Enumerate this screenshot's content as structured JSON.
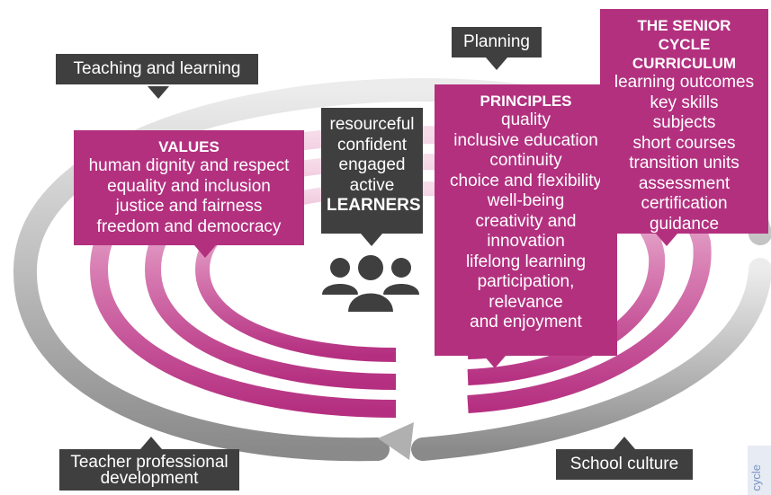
{
  "labels": {
    "teaching": "Teaching and learning",
    "planning": "Planning",
    "teacher_pd_line1": "Teacher professional",
    "teacher_pd_line2": "development",
    "school_culture": "School culture"
  },
  "values": {
    "title": "VALUES",
    "items": [
      "human dignity and respect",
      "equality and inclusion",
      "justice and fairness",
      "freedom and democracy"
    ]
  },
  "learners": {
    "items": [
      "resourceful",
      "confident",
      "engaged",
      "active"
    ],
    "title": "LEARNERS"
  },
  "principles": {
    "title": "PRINCIPLES",
    "items": [
      "quality",
      "inclusive education",
      "continuity",
      "choice and flexibility",
      "well-being",
      "creativity and",
      "innovation",
      "lifelong learning",
      "participation,",
      "relevance",
      "and enjoyment"
    ]
  },
  "curriculum": {
    "title_line1": "THE SENIOR",
    "title_line2": "CYCLE CURRICULUM",
    "items": [
      "learning outcomes",
      "key skills",
      "subjects",
      "short courses",
      "transition units",
      "assessment",
      "certification",
      "guidance"
    ]
  },
  "side_tab": {
    "text": "cycle"
  },
  "colors": {
    "pink": "#b3307f",
    "dark": "#3f3f3f",
    "ring_gray": "#9a9a9a",
    "ring_pink": "#c44a95"
  },
  "icons": [
    "people-group-icon"
  ]
}
